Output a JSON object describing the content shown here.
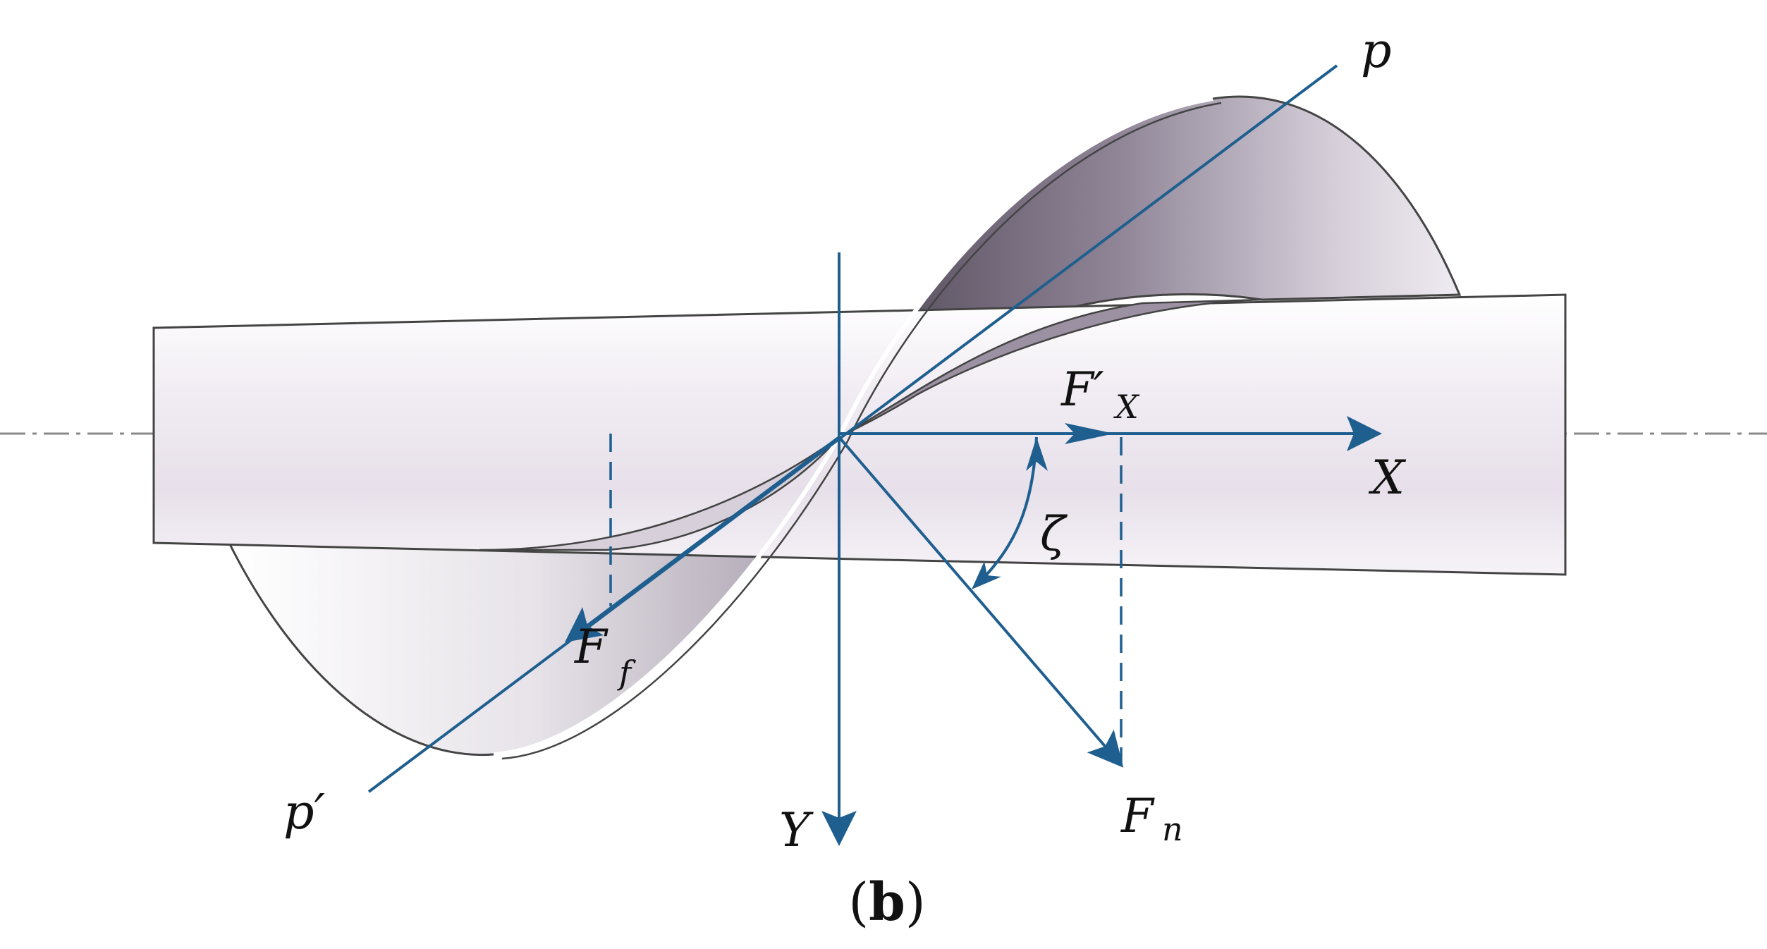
{
  "labels": {
    "p": "p",
    "p_prime": "p′",
    "f_x_prime": "F′",
    "f_x_prime_sub": "X",
    "x_axis": "X",
    "y_axis": "Y",
    "zeta": "ζ",
    "f_f": "F",
    "f_f_sub": "f",
    "f_n": "F",
    "f_n_sub": "n",
    "caption_open": "(",
    "caption_letter": "b",
    "caption_close": ")"
  },
  "colors": {
    "vector": "#1f5f8f",
    "surface": "#ece6ef",
    "surface_dark": "#7d7384",
    "outline": "#444444",
    "centerline": "#8a8a8a"
  }
}
